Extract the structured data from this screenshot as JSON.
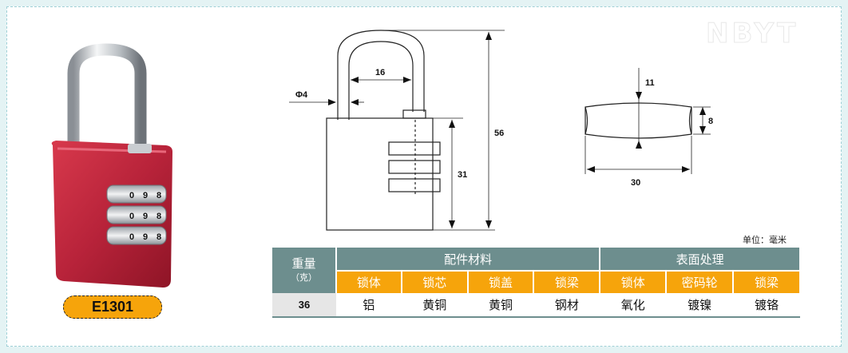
{
  "watermark": "NBYT",
  "model": "E1301",
  "unit_note": "单位：毫米",
  "lock_dial_digits": [
    "0",
    "9",
    "8"
  ],
  "dimensions": {
    "shackle_diameter": "Φ4",
    "shackle_inner_width": "16",
    "total_height": "56",
    "body_height": "31",
    "body_length": "30",
    "body_width": "8",
    "body_thickness": "11"
  },
  "table": {
    "weight_header": "重量",
    "weight_unit": "（克）",
    "group_parts": "配件材料",
    "group_finish": "表面处理",
    "sub_headers": [
      "锁体",
      "锁芯",
      "锁盖",
      "锁梁",
      "锁体",
      "密码轮",
      "锁梁"
    ],
    "weight_value": "36",
    "values": [
      "铝",
      "黄铜",
      "黄铜",
      "钢材",
      "氧化",
      "镀镍",
      "镀铬"
    ]
  },
  "colors": {
    "lock_body": "#c0283a",
    "header_gray": "#6d8e8e",
    "accent_orange": "#f6a40b",
    "background": "#e4f3f4"
  }
}
